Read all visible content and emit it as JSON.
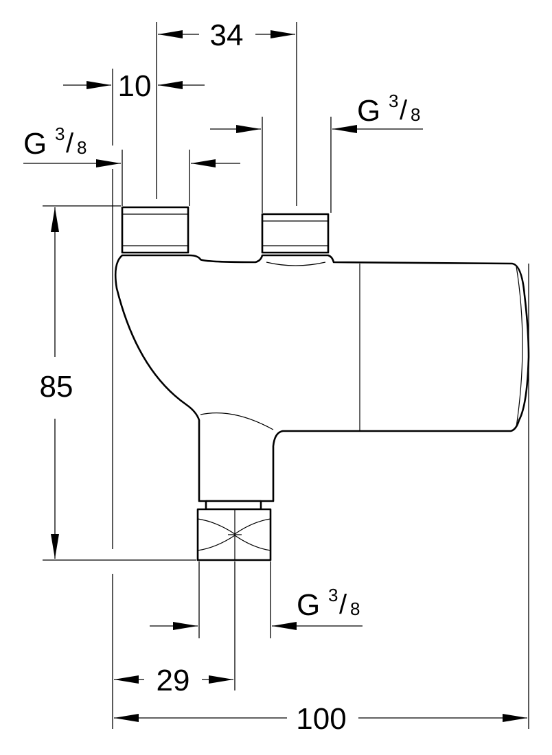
{
  "dimensions": {
    "top_spacing": "34",
    "left_offset": "10",
    "height": "85",
    "outlet_offset": "29",
    "total_width": "100"
  },
  "threads": {
    "left_inlet": {
      "letter": "G",
      "numerator": "3",
      "slash": "/",
      "denominator": "8"
    },
    "right_inlet": {
      "letter": "G",
      "numerator": "3",
      "slash": "/",
      "denominator": "8"
    },
    "bottom_outlet": {
      "letter": "G",
      "numerator": "3",
      "slash": "/",
      "denominator": "8"
    }
  }
}
